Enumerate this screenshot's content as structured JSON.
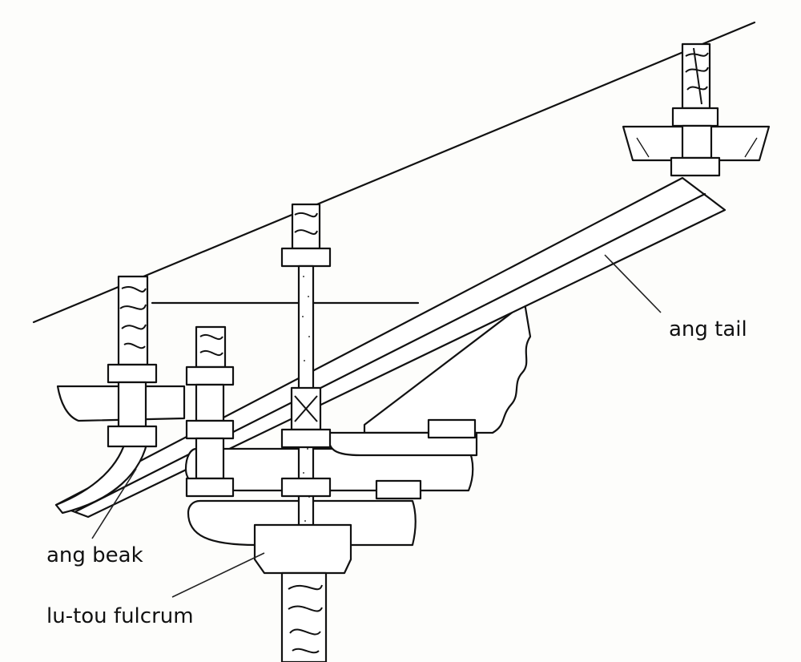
{
  "diagram": {
    "labels": {
      "ang_tail": "ang tail",
      "ang_beak": "ang beak",
      "lu_tou_fulcrum": "lu-tou fulcrum"
    }
  }
}
